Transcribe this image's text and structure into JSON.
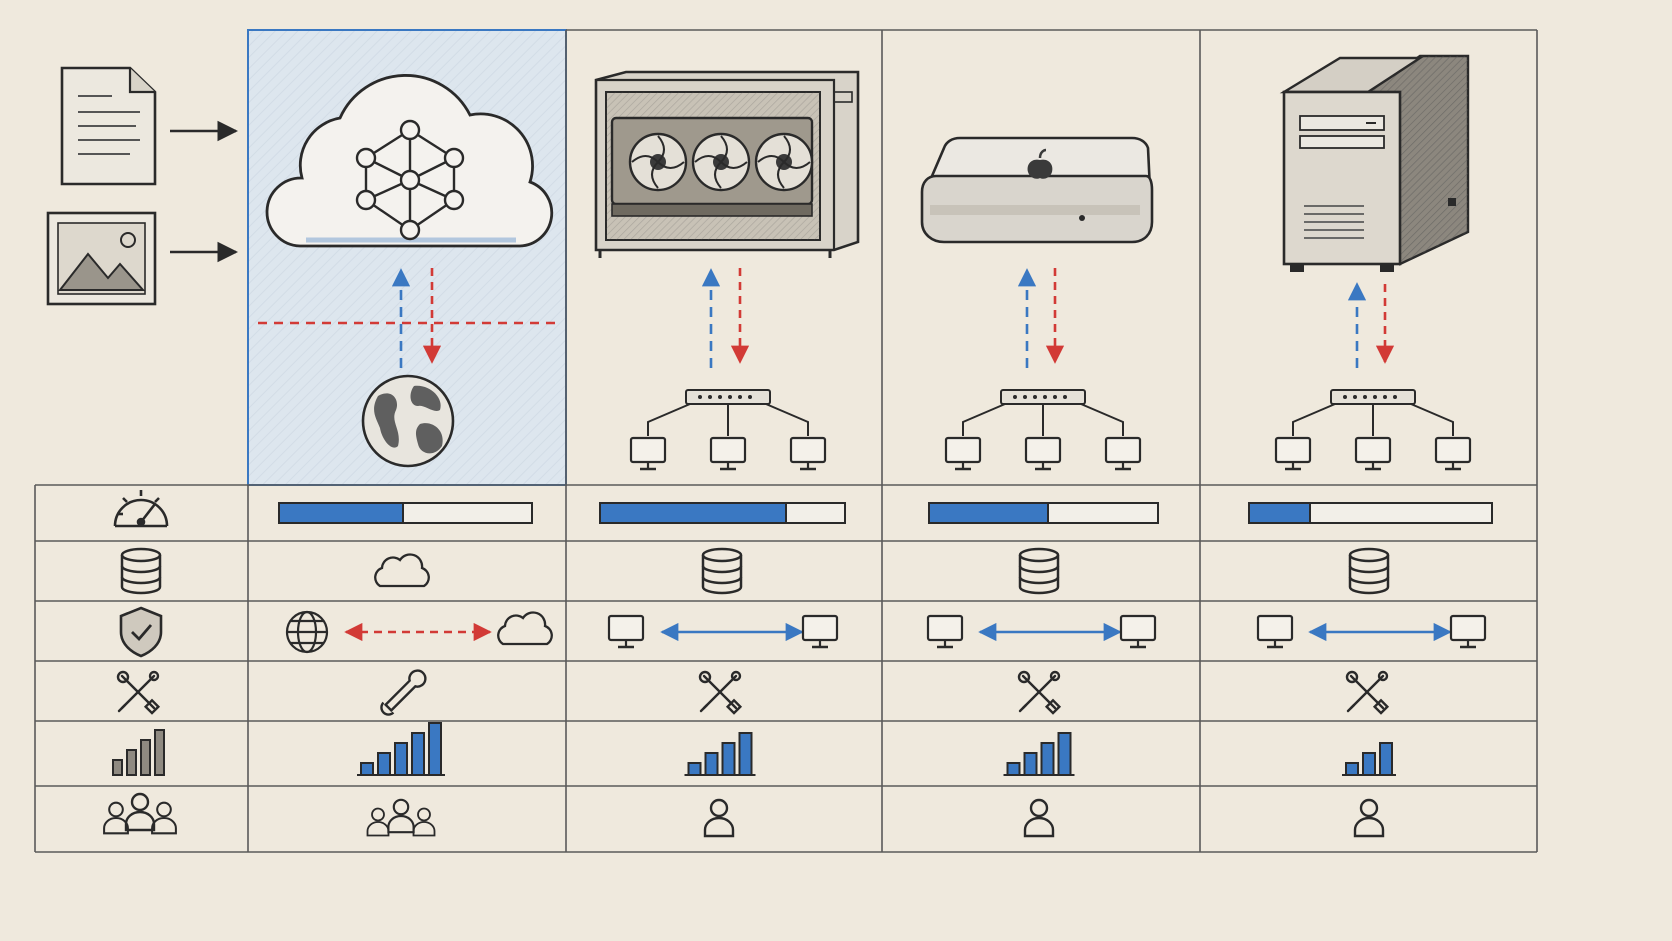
{
  "colors": {
    "paper": "#efe9dd",
    "ink": "#2a2a2a",
    "grid": "#5a5a5a",
    "accent_blue": "#3a78c2",
    "accent_red": "#d23a36",
    "cloud_highlight": "#dde6ee"
  },
  "inputs": [
    {
      "icon": "document-icon"
    },
    {
      "icon": "image-icon"
    }
  ],
  "row_icons": [
    "speedometer-icon",
    "database-icon",
    "shield-check-icon",
    "tools-icon",
    "bar-chart-icon",
    "group-icon"
  ],
  "columns": [
    {
      "device": "cloud-network",
      "endpoint": "globe",
      "highlighted": true,
      "performance": 0.49,
      "storage": "cloud-icon",
      "connection": {
        "left": "globe-icon",
        "right": "cloud-icon",
        "style": "dashed",
        "color": "red"
      },
      "maintenance": "wrench-icon",
      "scalability": 5,
      "users": "group"
    },
    {
      "device": "gpu-workstation",
      "endpoint": "local-network",
      "highlighted": false,
      "performance": 0.76,
      "storage": "database-icon",
      "connection": {
        "left": "monitor-icon",
        "right": "monitor-icon",
        "style": "solid",
        "color": "blue"
      },
      "maintenance": "tools-icon",
      "scalability": 4,
      "users": "single"
    },
    {
      "device": "mac-mini",
      "endpoint": "local-network",
      "highlighted": false,
      "performance": 0.52,
      "storage": "database-icon",
      "connection": {
        "left": "monitor-icon",
        "right": "monitor-icon",
        "style": "solid",
        "color": "blue"
      },
      "maintenance": "tools-icon",
      "scalability": 4,
      "users": "single"
    },
    {
      "device": "tower-server",
      "endpoint": "local-network",
      "highlighted": false,
      "performance": 0.25,
      "storage": "database-icon",
      "connection": {
        "left": "monitor-icon",
        "right": "monitor-icon",
        "style": "solid",
        "color": "blue"
      },
      "maintenance": "tools-icon",
      "scalability": 3,
      "users": "single"
    }
  ]
}
